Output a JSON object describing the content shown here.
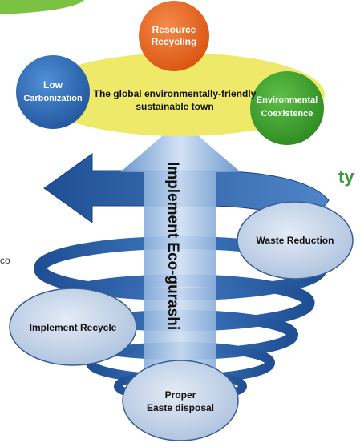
{
  "top_center_circle": {
    "line1": "Resource",
    "line2": "Recycling"
  },
  "left_circle": {
    "line1": "Low",
    "line2": "Carbonization"
  },
  "right_circle": {
    "line1": "Environmental",
    "line2": "Coexistence"
  },
  "center_ellipse": {
    "line1": "The global environmentally-friendly",
    "line2": "sustainable town"
  },
  "arrow_label": "Implement Eco-gurashi",
  "ellipse_waste": "Waste Reduction",
  "ellipse_recycle": "Implement Recycle",
  "ellipse_disposal": {
    "line1": "Proper",
    "line2": "Easte disposal"
  },
  "edge_fragments": {
    "right_title": "ty",
    "left_text": "co"
  },
  "colors": {
    "orange": "#e8641e",
    "blue": "#2f6db8",
    "green": "#3f9e32",
    "yellow": "#efe96a",
    "spiral": "#2a5fa8",
    "ellipse_fill": "#c7d6ea",
    "ellipse_stroke": "#3a5f95",
    "green_stripe": "#7cc242"
  }
}
